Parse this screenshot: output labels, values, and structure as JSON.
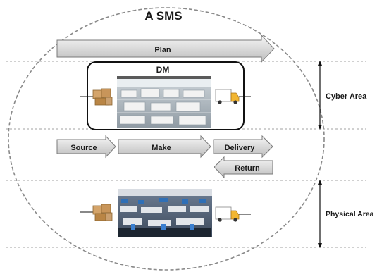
{
  "title": "A SMS",
  "plan_label": "Plan",
  "dm_label": "DM",
  "process": {
    "source": "Source",
    "make": "Make",
    "delivery": "Delivery",
    "return": "Return"
  },
  "areas": {
    "cyber": "Cyber Area",
    "physical": "Physical Area"
  },
  "icons": [
    "boxes-icon",
    "truck-icon",
    "factory-photo-icon"
  ],
  "colors": {
    "arrow_fill_top": "#f4f4f4",
    "arrow_fill_bottom": "#bdbdbd",
    "arrow_stroke": "#7a7a7a",
    "dashed_line": "#8a8a8a",
    "text": "#1a1a1a"
  }
}
